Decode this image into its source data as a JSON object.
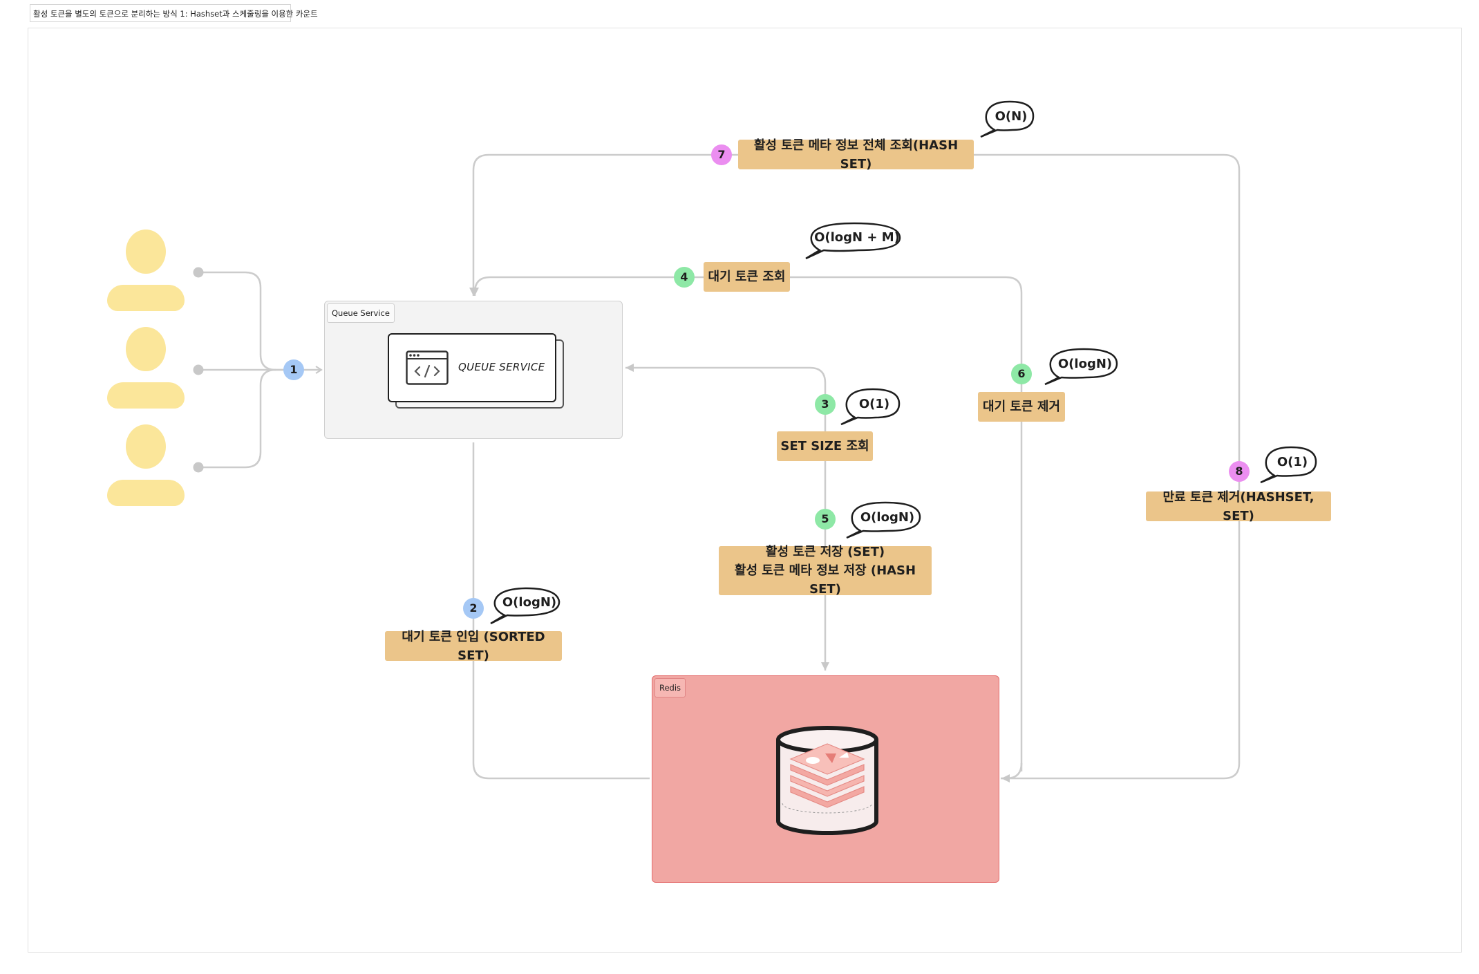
{
  "page": {
    "title": "활성 토큰을 별도의 토큰으로 분리하는 방식 1: Hashset과 스케줄링을 이용한 카운트"
  },
  "groups": {
    "queue_service": {
      "tag": "Queue Service",
      "card_label": "QUEUE SERVICE"
    },
    "redis": {
      "tag": "Redis"
    }
  },
  "steps": {
    "s1": {
      "badge": "1"
    },
    "s2": {
      "badge": "2",
      "label": "대기 토큰 인입 (SORTED SET)",
      "complexity": "O(logN)"
    },
    "s3": {
      "badge": "3",
      "label": "SET SIZE 조회",
      "complexity": "O(1)"
    },
    "s4": {
      "badge": "4",
      "label": "대기 토큰 조회",
      "complexity": "O(logN + M)"
    },
    "s5": {
      "badge": "5",
      "label": "활성 토큰 저장 (SET)\n활성 토큰 메타 정보 저장 (HASH SET)",
      "complexity": "O(logN)"
    },
    "s6": {
      "badge": "6",
      "label": "대기 토큰 제거",
      "complexity": "O(logN)"
    },
    "s7": {
      "badge": "7",
      "label": "활성 토큰 메타 정보 전체 조회(HASH SET)",
      "complexity": "O(N)"
    },
    "s8": {
      "badge": "8",
      "label": "만료 토큰 제거(HASHSET, SET)",
      "complexity": "O(1)"
    }
  },
  "colors": {
    "step_box": "#ebc58a",
    "badge_blue": "#a5c8f5",
    "badge_green": "#8ee8a6",
    "badge_pink": "#eb8ef0",
    "user": "#fbe69a",
    "redis_fill": "#f1a7a3",
    "connector": "#cccccc"
  }
}
